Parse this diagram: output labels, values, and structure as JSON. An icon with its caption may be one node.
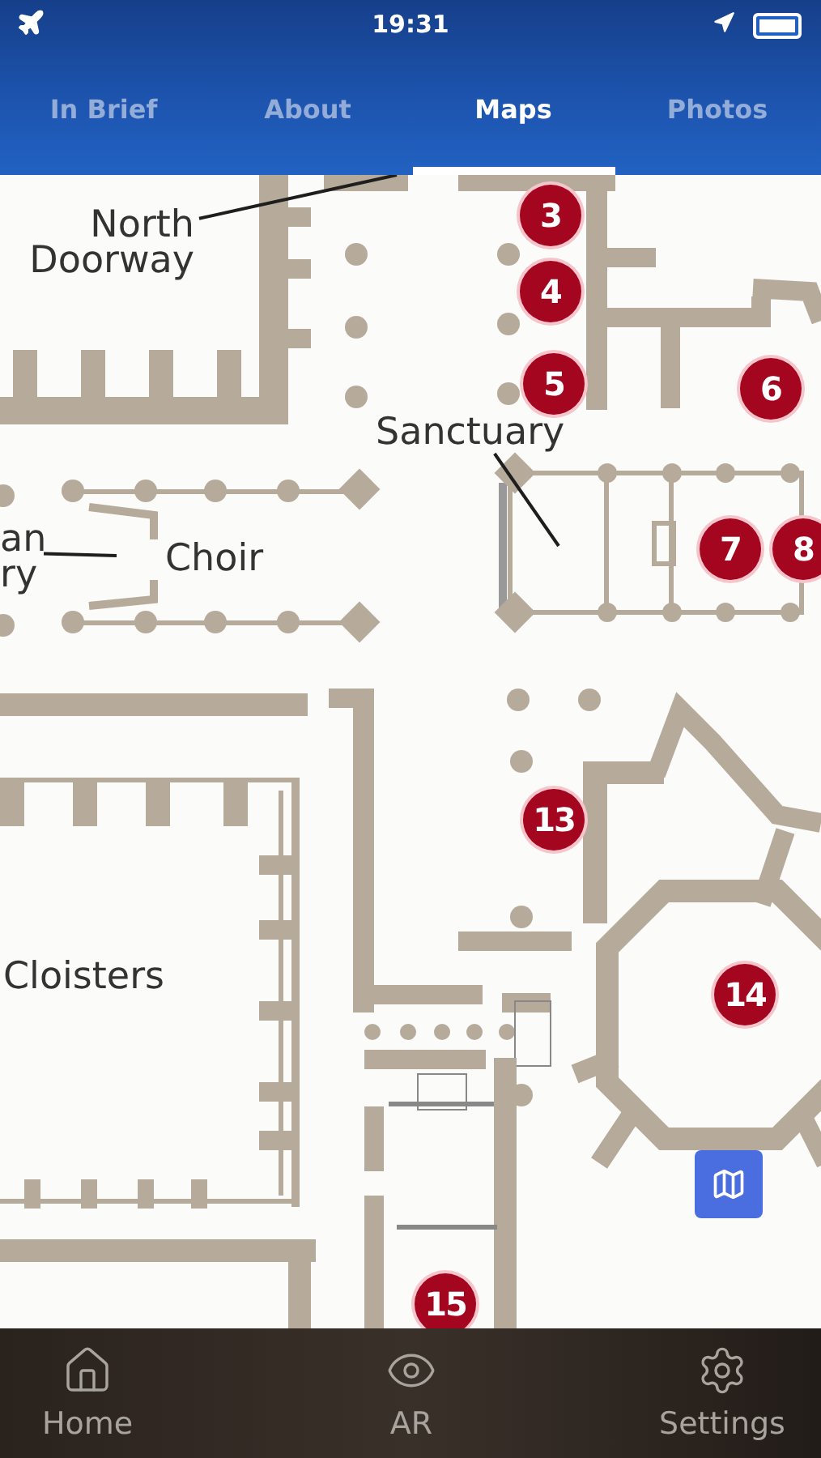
{
  "diagram": {
    "nodes": [
      {
        "text": [
          "North Doorway"
        ]
      },
      {
        "text": [
          "Sanctuary"
        ]
      },
      {
        "text": [
          "an ry"
        ]
      }
    ],
    "edges": [
      {
        "from": 0,
        "to": null,
        "arrow": "none"
      },
      {
        "from": 1,
        "to": null,
        "arrow": "none"
      },
      {
        "from": 2,
        "to": null,
        "arrow": "none"
      }
    ],
    "labels": [
      "19:31",
      "In Brief",
      "About",
      "Maps",
      "Photos",
      "3",
      "4",
      "5",
      "6",
      "Choir",
      "7",
      "8",
      "13",
      "Cloisters",
      "14",
      "15",
      "Home",
      "AR",
      "Settings"
    ]
  }
}
